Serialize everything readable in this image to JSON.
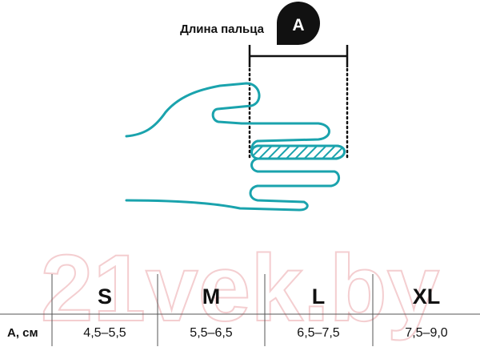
{
  "measurement": {
    "label": "Длина пальца",
    "marker_letter": "A"
  },
  "table": {
    "row_header": "A, см",
    "sizes": [
      {
        "size": "S",
        "range": "4,5–5,5"
      },
      {
        "size": "M",
        "range": "5,5–6,5"
      },
      {
        "size": "L",
        "range": "6,5–7,5"
      },
      {
        "size": "XL",
        "range": "7,5–9,0"
      }
    ]
  },
  "watermark": "21vek.by",
  "colors": {
    "outline": "#1aa3ad",
    "ink": "#111111",
    "watermark": "#f3c9cc",
    "divider": "#555555"
  }
}
